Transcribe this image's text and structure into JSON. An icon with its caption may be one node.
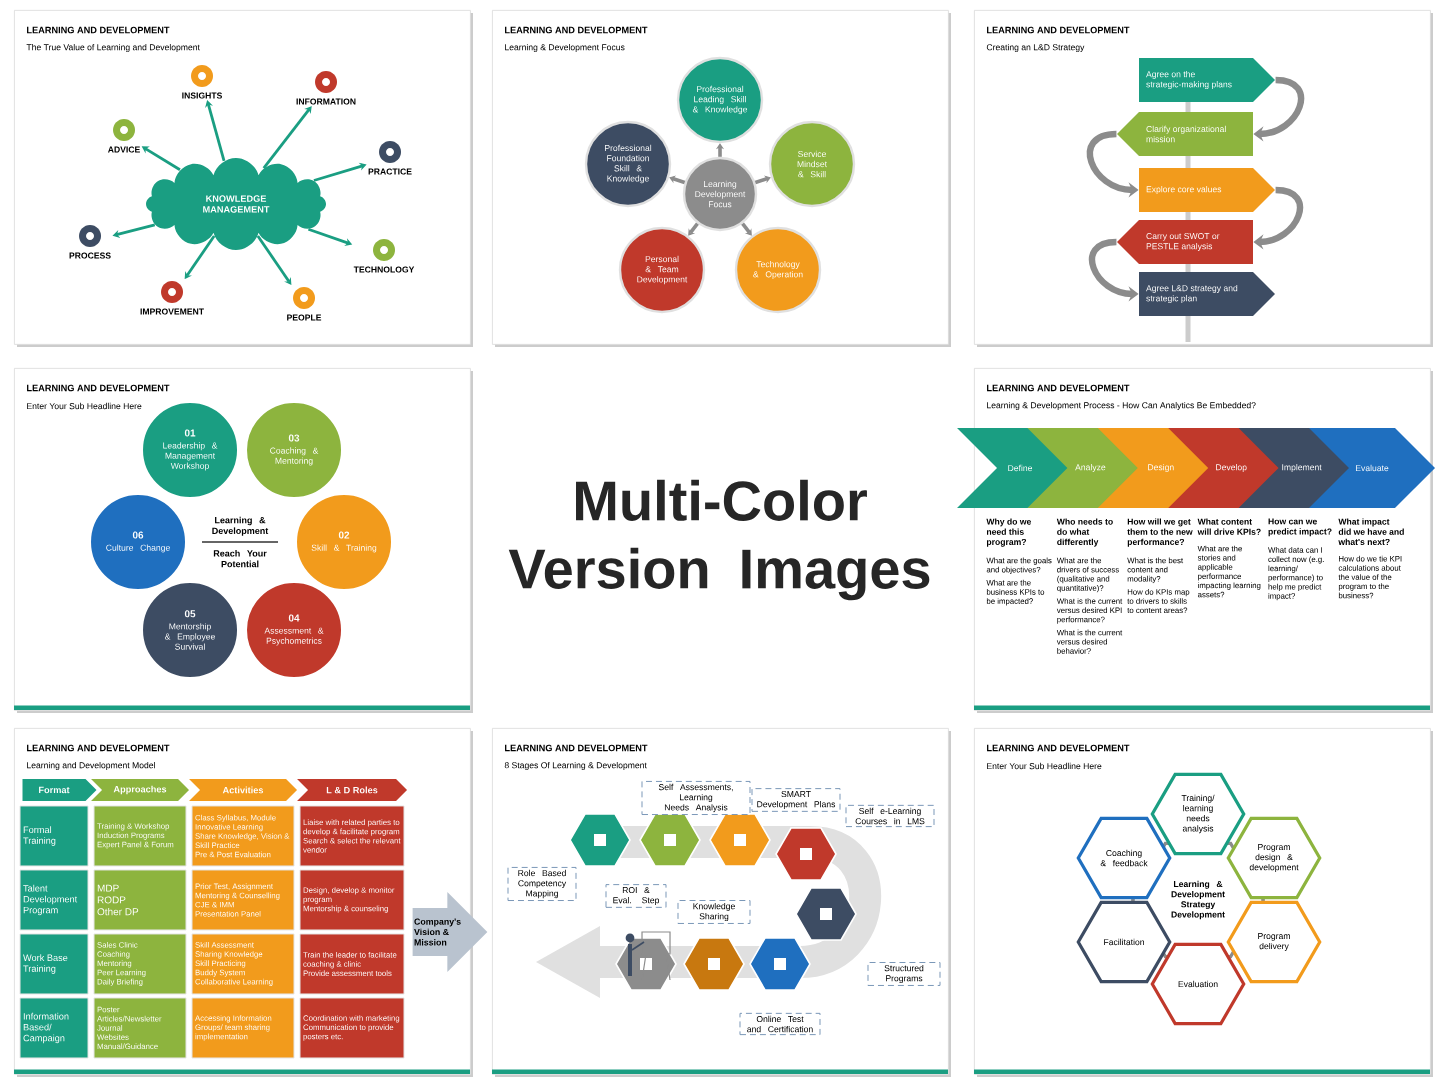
{
  "diagram": {
    "title": "Multi-Color Version Images",
    "nodes": [
      {
        "text": [
          "LEARNING AND DEVELOPMENT",
          "The True Value of Learning and Development"
        ]
      },
      {
        "text": [
          "KNOWLEDGE MANAGEMENT"
        ],
        "in": 0
      },
      {
        "text": [
          "INSIGHTS"
        ],
        "in": 0
      },
      {
        "text": [
          "INFORMATION"
        ],
        "in": 0
      },
      {
        "text": [
          "PRACTICE"
        ],
        "in": 0
      },
      {
        "text": [
          "TECHNOLOGY"
        ],
        "in": 0
      },
      {
        "text": [
          "PEOPLE"
        ],
        "in": 0
      },
      {
        "text": [
          "IMPROVEMENT"
        ],
        "in": 0
      },
      {
        "text": [
          "PROCESS"
        ],
        "in": 0
      },
      {
        "text": [
          "ADVICE"
        ],
        "in": 0
      },
      {
        "text": [
          "LEARNING AND DEVELOPMENT",
          "Learning & Development Focus"
        ]
      },
      {
        "text": [
          "Learning Development Focus"
        ],
        "in": 10
      },
      {
        "text": [
          "Professional Leading Skill & Knowledge"
        ],
        "in": 10
      },
      {
        "text": [
          "Service Mindset & Skill"
        ],
        "in": 10
      },
      {
        "text": [
          "Technology & Operation"
        ],
        "in": 10
      },
      {
        "text": [
          "Personal & Team Development"
        ],
        "in": 10
      },
      {
        "text": [
          "Professional Foundation Skill & Knowledge"
        ],
        "in": 10
      },
      {
        "text": [
          "LEARNING AND DEVELOPMENT",
          "Creating an L&D Strategy"
        ]
      },
      {
        "text": [
          "Agree on the strategic-making plans"
        ],
        "in": 17
      },
      {
        "text": [
          "Clarify organizational mission"
        ],
        "in": 17
      },
      {
        "text": [
          "Explore core values"
        ],
        "in": 17
      },
      {
        "text": [
          "Carry out SWOT or PESTLE analysis"
        ],
        "in": 17
      },
      {
        "text": [
          "Agree L&D strategy and strategic plan"
        ],
        "in": 17
      },
      {
        "text": [
          "LEARNING AND DEVELOPMENT",
          "Enter Your Sub Headline Here"
        ]
      },
      {
        "text": [
          "Learning & Development",
          "Reach Your Potential"
        ],
        "in": 23
      },
      {
        "text": [
          "01",
          "Leadership & Management Workshop"
        ],
        "in": 23
      },
      {
        "text": [
          "03",
          "Coaching & Mentoring"
        ],
        "in": 23
      },
      {
        "text": [
          "02",
          "Skill & Training"
        ],
        "in": 23
      },
      {
        "text": [
          "04",
          "Assessment & Psychometrics"
        ],
        "in": 23
      },
      {
        "text": [
          "05",
          "Mentorship & Employee Survival"
        ],
        "in": 23
      },
      {
        "text": [
          "06",
          "Culture Change"
        ],
        "in": 23
      },
      {
        "text": [
          "LEARNING AND DEVELOPMENT",
          "Learning & Development Process - How Can Analytics Be Embedded?"
        ]
      },
      {
        "text": [
          "Define"
        ],
        "in": 31,
        "beside": [
          "Why do we need this program?",
          "What are the goals and objectives?",
          "What are the business KPIs to be impacted?"
        ]
      },
      {
        "text": [
          "Analyze"
        ],
        "in": 31,
        "beside": [
          "Who needs to do what differently",
          "What are the drivers of success (qualitative and quantitative)?",
          "What is the current versus desired KPI performance?",
          "What is the current versus desired behavior?"
        ]
      },
      {
        "text": [
          "Design"
        ],
        "in": 31,
        "beside": [
          "How will we get them to the new performance?",
          "What is the best content and modality?",
          "How do KPIs map to drivers to skills to content areas?"
        ]
      },
      {
        "text": [
          "Develop"
        ],
        "in": 31,
        "beside": [
          "What content will drive KPIs?",
          "What are the stories and applicable performance impacting learning assets?"
        ]
      },
      {
        "text": [
          "Implement"
        ],
        "in": 31,
        "beside": [
          "How can we predict impact?",
          "What data can I collect now (e.g. learning/performance) to help me predict impact?"
        ]
      },
      {
        "text": [
          "Evaluate"
        ],
        "in": 31,
        "beside": [
          "What impact did we have and what's next?",
          "How do we tie KPI calculations about the value of the program to the business?"
        ]
      },
      {
        "text": [
          "LEARNING AND DEVELOPMENT",
          "Learning and Development Model"
        ]
      },
      {
        "text": [
          "Format"
        ],
        "in": 38
      },
      {
        "text": [
          "Approaches"
        ],
        "in": 38
      },
      {
        "text": [
          "Activities"
        ],
        "in": 38
      },
      {
        "text": [
          "L & D Roles"
        ],
        "in": 38
      },
      {
        "text": [
          "Formal Training"
        ],
        "in": 38
      },
      {
        "text": [
          "Training & Workshop",
          "Induction Programs",
          "Expert Panel & Forum"
        ],
        "in": 38
      },
      {
        "text": [
          "Class Syllabus, Module",
          "Innovative Learning",
          "Share Knowledge, Vision & Skill Practice",
          "Pre & Post Evaluation"
        ],
        "in": 38
      },
      {
        "text": [
          "Liaise with related parties to develop & facilitate program",
          "Search & select the relevant vendor"
        ],
        "in": 38
      },
      {
        "text": [
          "Talent Development Program"
        ],
        "in": 38
      },
      {
        "text": [
          "MDP",
          "RODP",
          "Other DP"
        ],
        "in": 38
      },
      {
        "text": [
          "Prior Test, Assignment",
          "Mentoring & Counselling",
          "CJE & IMM",
          "Presentation Panel"
        ],
        "in": 38
      },
      {
        "text": [
          "Design, develop & monitor program",
          "Mentorship & counseling"
        ],
        "in": 38
      },
      {
        "text": [
          "Work Base Training"
        ],
        "in": 38
      },
      {
        "text": [
          "Sales Clinic",
          "Coaching",
          "Mentoring",
          "Peer Learning",
          "Daily Briefing"
        ],
        "in": 38
      },
      {
        "text": [
          "Skill Assessment",
          "Sharing Knowledge",
          "Skill Practicing",
          "Buddy System",
          "Collaborative Learning"
        ],
        "in": 38
      },
      {
        "text": [
          "Train the leader to facilitate coaching & clinic",
          "Provide assessment tools"
        ],
        "in": 38
      },
      {
        "text": [
          "Information Based/ Campaign"
        ],
        "in": 38
      },
      {
        "text": [
          "Poster",
          "Articles/Newsletter",
          "Journal",
          "Websites",
          "Manual/Guidance"
        ],
        "in": 38
      },
      {
        "text": [
          "Accessing Information",
          "Groups/ team sharing implementation"
        ],
        "in": 38
      },
      {
        "text": [
          "Coordination with marketing",
          "Communication to provide posters etc."
        ],
        "in": 38
      },
      {
        "text": [
          "Company's Vision & Mission"
        ],
        "in": 38
      },
      {
        "text": [
          "LEARNING AND DEVELOPMENT",
          "8 Stages Of Learning & Development"
        ]
      },
      {
        "text": [
          "Role Based Competency Mapping"
        ],
        "in": 60
      },
      {
        "text": [
          "Self Assessments, Learning Needs Analysis"
        ],
        "in": 60
      },
      {
        "text": [
          "SMART Development Plans"
        ],
        "in": 60
      },
      {
        "text": [
          "Self e-Learning Courses in LMS"
        ],
        "in": 60
      },
      {
        "text": [
          "Structured Programs"
        ],
        "in": 60
      },
      {
        "text": [
          "Online Test and Certification"
        ],
        "in": 60
      },
      {
        "text": [
          "Knowledge Sharing"
        ],
        "in": 60
      },
      {
        "text": [
          "ROI & Eval. Step"
        ],
        "in": 60
      },
      {
        "text": [
          "LEARNING AND DEVELOPMENT",
          "Enter Your Sub Headline Here"
        ]
      },
      {
        "text": [
          "Learning & Development Strategy Development"
        ],
        "in": 69
      },
      {
        "text": [
          "Training/ learning needs analysis"
        ],
        "in": 69
      },
      {
        "text": [
          "Program design & development"
        ],
        "in": 69
      },
      {
        "text": [
          "Program delivery"
        ],
        "in": 69
      },
      {
        "text": [
          "Evaluation"
        ],
        "in": 69
      },
      {
        "text": [
          "Facilitation"
        ],
        "in": 69
      },
      {
        "text": [
          "Coaching & feedback"
        ],
        "in": 69
      }
    ],
    "edges": [
      {
        "from": 1,
        "to": 2,
        "arrow": "to",
        "color": "#1a9e82"
      },
      {
        "from": 1,
        "to": 3,
        "arrow": "to",
        "color": "#1a9e82"
      },
      {
        "from": 1,
        "to": 4,
        "arrow": "to",
        "color": "#1a9e82"
      },
      {
        "from": 1,
        "to": 5,
        "arrow": "to",
        "color": "#1a9e82"
      },
      {
        "from": 1,
        "to": 6,
        "arrow": "to",
        "color": "#1a9e82"
      },
      {
        "from": 1,
        "to": 7,
        "arrow": "to",
        "color": "#1a9e82"
      },
      {
        "from": 1,
        "to": 8,
        "arrow": "to",
        "color": "#1a9e82"
      },
      {
        "from": 1,
        "to": 9,
        "arrow": "to",
        "color": "#1a9e82"
      },
      {
        "from": 11,
        "to": 12,
        "arrow": "to"
      },
      {
        "from": 11,
        "to": 13,
        "arrow": "to"
      },
      {
        "from": 11,
        "to": 14,
        "arrow": "to"
      },
      {
        "from": 11,
        "to": 15,
        "arrow": "to"
      },
      {
        "from": 11,
        "to": 16,
        "arrow": "to"
      },
      {
        "from": 18,
        "to": 19,
        "arrow": "to"
      },
      {
        "from": 19,
        "to": 20,
        "arrow": "to"
      },
      {
        "from": 20,
        "to": 21,
        "arrow": "to"
      },
      {
        "from": 21,
        "to": 22,
        "arrow": "to"
      }
    ]
  }
}
